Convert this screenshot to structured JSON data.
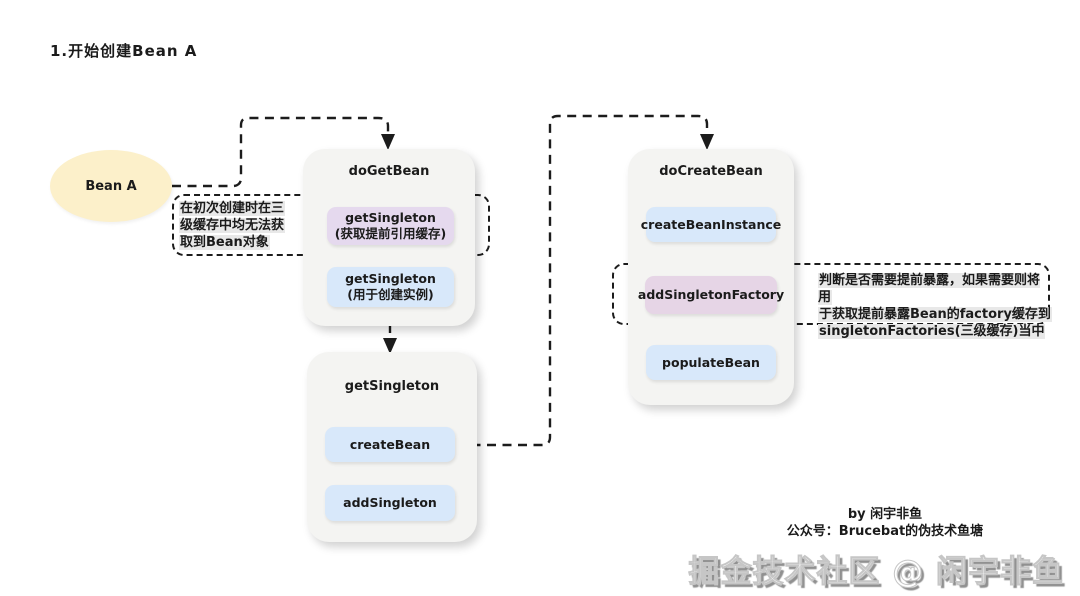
{
  "title": "1.开始创建Bean A",
  "nodes": {
    "bean_a": {
      "label": "Bean A"
    },
    "do_get_bean": {
      "title": "doGetBean",
      "steps": [
        {
          "label": "getSingleton",
          "sub": "(获取提前引用缓存)",
          "variant": "purple"
        },
        {
          "label": "getSingleton",
          "sub": "(用于创建实例)",
          "variant": "blue"
        }
      ]
    },
    "get_singleton": {
      "title": "getSingleton",
      "steps": [
        {
          "label": "createBean",
          "variant": "blue"
        },
        {
          "label": "addSingleton",
          "variant": "blue"
        }
      ]
    },
    "do_create_bean": {
      "title": "doCreateBean",
      "steps": [
        {
          "label": "createBeanInstance",
          "variant": "blue"
        },
        {
          "label": "addSingletonFactory",
          "variant": "pink"
        },
        {
          "label": "populateBean",
          "variant": "blue"
        }
      ]
    }
  },
  "annotations": {
    "left_note": {
      "lines": [
        "在初次创建时在三",
        "级缓存中均无法获",
        "取到Bean对象"
      ]
    },
    "right_note": {
      "lines": [
        "判断是否需要提前暴露，如果需要则将用",
        "于获取提前暴露Bean的factory缓存到",
        "singletonFactories(三级缓存)当中"
      ]
    }
  },
  "credits": {
    "byline": "by 闲宇非鱼",
    "account": "公众号：Brucebat的伪技术鱼塘"
  },
  "watermark": "掘金技术社区 @ 闲宇非鱼",
  "colors": {
    "container_bg": "#f4f4f2",
    "blue_box": "#d8e8fa",
    "purple_box": "#e5d9ee",
    "pink_box": "#e6d5e6",
    "bean_bg": "#fcf0ca",
    "note_highlight": "#e8e8e8",
    "line": "#1c1c1c"
  }
}
